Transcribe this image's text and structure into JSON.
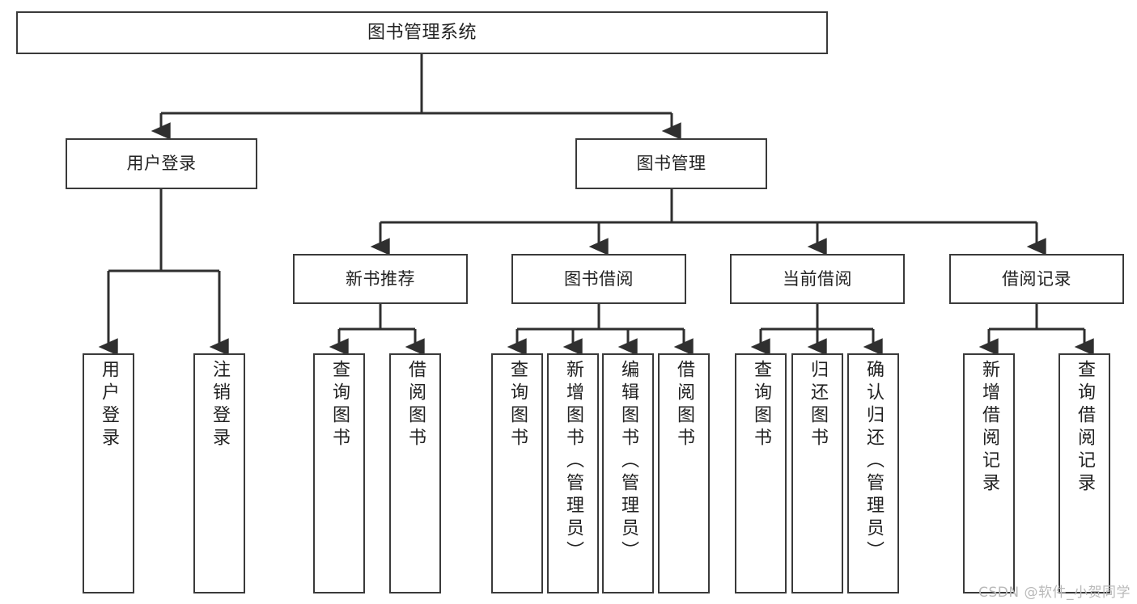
{
  "diagram": {
    "title": "图书管理系统",
    "watermark": "CSDN @软件_小贺同学",
    "colors": {
      "box_border": "#3a3a3a",
      "box_fill": "#ffffff",
      "edge": "#2f2f2f",
      "text": "#222222",
      "watermark": "#b9b9b9"
    },
    "levels": {
      "level1": [
        {
          "id": "root",
          "label": "图书管理系统"
        }
      ],
      "level2": [
        {
          "id": "user-login",
          "label": "用户登录"
        },
        {
          "id": "book-manage",
          "label": "图书管理"
        }
      ],
      "level3": [
        {
          "id": "new-book-rec",
          "label": "新书推荐",
          "parent": "book-manage"
        },
        {
          "id": "book-borrow",
          "label": "图书借阅",
          "parent": "book-manage"
        },
        {
          "id": "current-borrow",
          "label": "当前借阅",
          "parent": "book-manage"
        },
        {
          "id": "borrow-record",
          "label": "借阅记录",
          "parent": "book-manage"
        }
      ],
      "level4": [
        {
          "id": "leaf-user-login",
          "label": "用户登录",
          "parent": "user-login"
        },
        {
          "id": "leaf-user-logout",
          "label": "注销登录",
          "parent": "user-login"
        },
        {
          "id": "leaf-rec-query-book",
          "label": "查询图书",
          "parent": "new-book-rec"
        },
        {
          "id": "leaf-rec-borrow-book",
          "label": "借阅图书",
          "parent": "new-book-rec"
        },
        {
          "id": "leaf-borrow-query-book",
          "label": "查询图书",
          "parent": "book-borrow"
        },
        {
          "id": "leaf-borrow-add-book",
          "label": "新增图书（管理员）",
          "parent": "book-borrow"
        },
        {
          "id": "leaf-borrow-edit-book",
          "label": "编辑图书（管理员）",
          "parent": "book-borrow"
        },
        {
          "id": "leaf-borrow-borrow-book",
          "label": "借阅图书",
          "parent": "book-borrow"
        },
        {
          "id": "leaf-current-query-book",
          "label": "查询图书",
          "parent": "current-borrow"
        },
        {
          "id": "leaf-current-return-book",
          "label": "归还图书",
          "parent": "current-borrow"
        },
        {
          "id": "leaf-current-confirm-return",
          "label": "确认归还（管理员）",
          "parent": "current-borrow"
        },
        {
          "id": "leaf-record-add",
          "label": "新增借阅记录",
          "parent": "borrow-record"
        },
        {
          "id": "leaf-record-query",
          "label": "查询借阅记录",
          "parent": "borrow-record"
        }
      ]
    }
  }
}
